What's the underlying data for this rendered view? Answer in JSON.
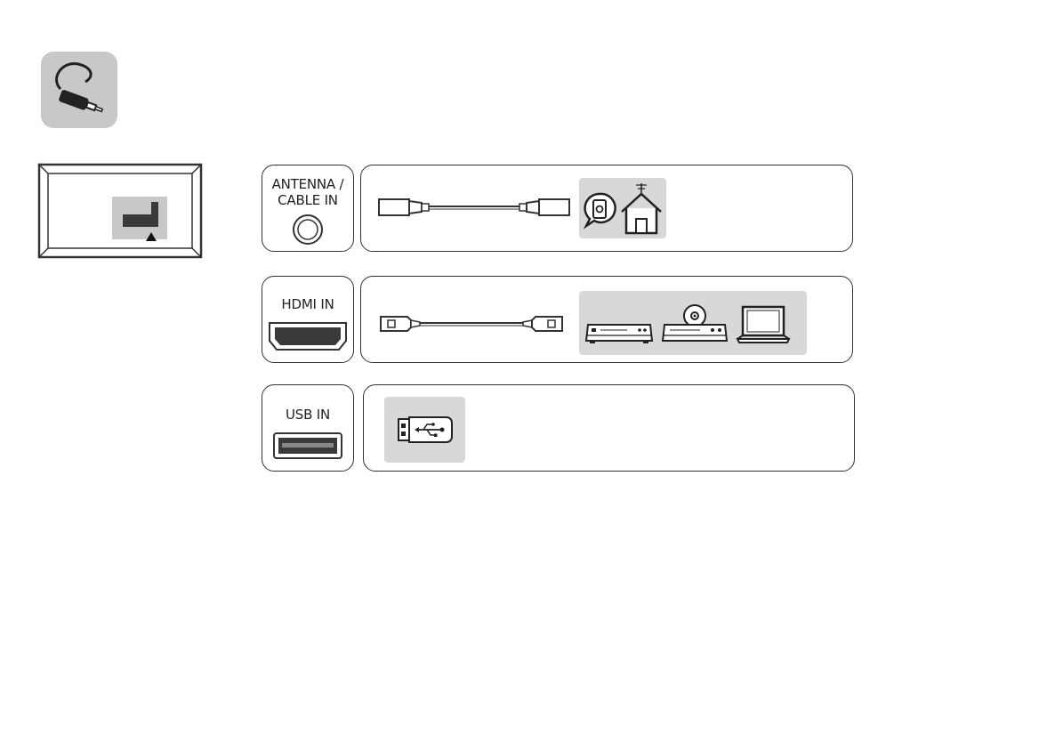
{
  "colors": {
    "stroke": "#333333",
    "panel_gray": "#d8d8d8",
    "icon_gray": "#c8c8c8",
    "dark_port": "#3a3a3a"
  },
  "header_icon": {
    "icon": "cable-plug-icon"
  },
  "tv_diagram": {
    "icon": "tv-back-panel-icon",
    "marker": "triangle-up-icon"
  },
  "rows": [
    {
      "port_label": "ANTENNA /\nCABLE IN",
      "port_icon": "coaxial-port-icon",
      "cable_icon": "coaxial-cable-icon",
      "devices": [
        "wall-outlet-icon",
        "house-antenna-icon"
      ]
    },
    {
      "port_label": "HDMI IN",
      "port_icon": "hdmi-port-icon",
      "cable_icon": "hdmi-cable-icon",
      "devices": [
        "set-top-box-icon",
        "dvd-player-icon",
        "laptop-icon"
      ]
    },
    {
      "port_label": "USB IN",
      "port_icon": "usb-port-icon",
      "cable_icon": "",
      "devices": [
        "usb-drive-icon"
      ]
    }
  ]
}
